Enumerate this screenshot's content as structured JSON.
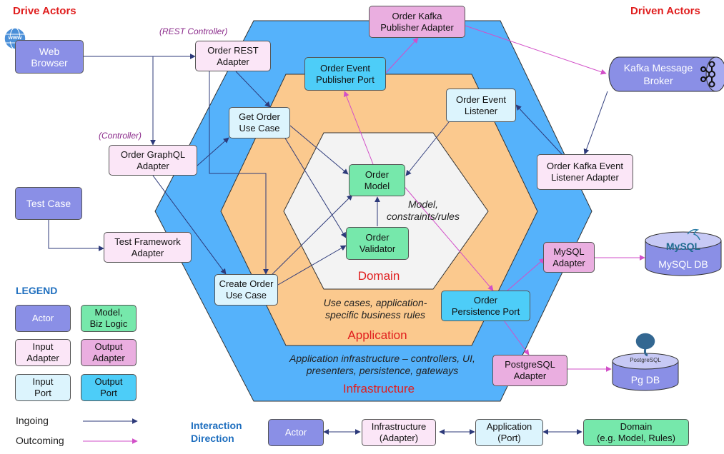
{
  "headers": {
    "drive_actors": "Drive Actors",
    "driven_actors": "Driven Actors"
  },
  "layers": {
    "domain": "Domain",
    "domain_desc": "Model,\nconstraints/rules",
    "application": "Application",
    "application_desc": "Use cases, application-\nspecific business rules",
    "infrastructure": "Infrastructure",
    "infrastructure_desc": "Application infrastructure – controllers, UI,\npresenters, persistence, gateways"
  },
  "annotations": {
    "rest_controller": "(REST Controller)",
    "controller": "(Controller)"
  },
  "nodes": {
    "web_browser": "Web\nBrowser",
    "test_case": "Test Case",
    "order_rest_adapter": "Order REST\nAdapter",
    "order_graphql_adapter": "Order GraphQL\nAdapter",
    "test_framework_adapter": "Test Framework\nAdapter",
    "get_order_use_case": "Get Order\nUse Case",
    "create_order_use_case": "Create Order\nUse Case",
    "order_model": "Order\nModel",
    "order_validator": "Order\nValidator",
    "order_event_publisher_port": "Order Event\nPublisher Port",
    "order_event_listener": "Order Event\nListener",
    "order_persistence_port": "Order\nPersistence Port",
    "order_kafka_publisher_adapter": "Order Kafka\nPublisher Adapter",
    "order_kafka_event_listener_adapter": "Order Kafka Event\nListener Adapter",
    "mysql_adapter": "MySQL\nAdapter",
    "postgresql_adapter": "PostgreSQL\nAdapter",
    "kafka_message_broker": "Kafka Message\nBroker",
    "mysql_db": "MySQL DB",
    "mysql_logo": "MySQL",
    "pg_db": "Pg DB",
    "pg_logo": "PostgreSQL",
    "www_icon_text": "www"
  },
  "legend": {
    "title": "LEGEND",
    "actor": "Actor",
    "model": "Model,\nBiz Logic",
    "input_adapter": "Input\nAdapter",
    "output_adapter": "Output\nAdapter",
    "input_port": "Input\nPort",
    "output_port": "Output\nPort",
    "ingoing": "Ingoing",
    "outcoming": "Outcoming"
  },
  "interaction": {
    "title": "Interaction\nDirection",
    "actor": "Actor",
    "infrastructure": "Infrastructure\n(Adapter)",
    "application": "Application\n(Port)",
    "domain": "Domain\n(e.g. Model, Rules)"
  },
  "colors": {
    "infra_hex": "#55b2fb",
    "app_hex": "#fbc98e",
    "domain_hex": "#f3f3f3",
    "ingoing_arrow": "#2d3a7a",
    "outgoing_arrow": "#d24fc8",
    "actor": "#8a8fe6",
    "model": "#76e8ab",
    "input_adapter": "#fbe6f7",
    "output_adapter": "#eaaee0",
    "input_port": "#dcf4fd",
    "output_port": "#4dcdf8"
  }
}
